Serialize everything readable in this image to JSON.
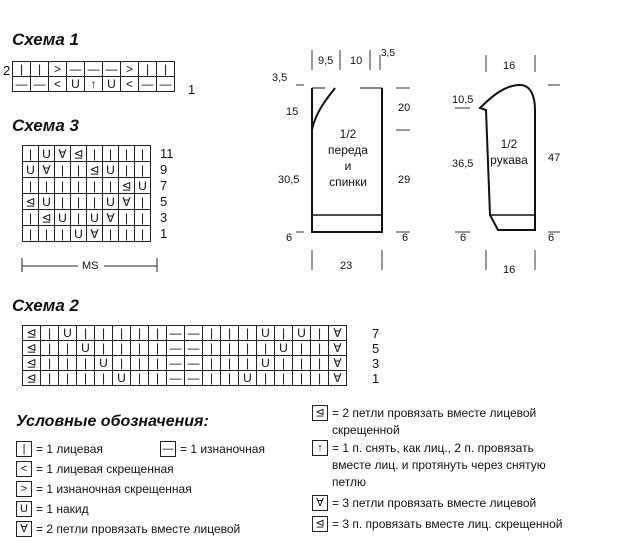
{
  "scheme1": {
    "title": "Схема 1",
    "row_left": "2",
    "row_right": "1",
    "row2": [
      "|",
      "|",
      ">",
      "—",
      "—",
      "—",
      ">",
      "|",
      "|"
    ],
    "row1": [
      "—",
      "—",
      "<",
      "U",
      "↑",
      "U",
      "<",
      "—",
      "—"
    ]
  },
  "scheme3": {
    "title": "Схема 3",
    "rows": [
      {
        "n": "11",
        "cells": [
          "|",
          "U",
          "∀",
          "⊴",
          "|",
          "|",
          "|",
          "|"
        ]
      },
      {
        "n": "9",
        "cells": [
          "U",
          "∀",
          "|",
          "|",
          "⊴",
          "U",
          "|",
          "|"
        ]
      },
      {
        "n": "7",
        "cells": [
          "|",
          "|",
          "|",
          "|",
          "|",
          "|",
          "⊴",
          "U"
        ]
      },
      {
        "n": "5",
        "cells": [
          "⊴",
          "U",
          "|",
          "|",
          "|",
          "U",
          "∀",
          "|"
        ]
      },
      {
        "n": "3",
        "cells": [
          "|",
          "⊴",
          "U",
          "|",
          "U",
          "∀",
          "|",
          "|"
        ]
      },
      {
        "n": "1",
        "cells": [
          "|",
          "|",
          "|",
          "U",
          "∀",
          "|",
          "|",
          "|"
        ]
      }
    ],
    "ms_label": "MS"
  },
  "scheme2": {
    "title": "Схема 2",
    "rows": [
      {
        "n": "7",
        "cells": [
          "⊴",
          "|",
          "U",
          "|",
          "|",
          "|",
          "|",
          "|",
          "—",
          "—",
          "|",
          "|",
          "|",
          "U",
          "|",
          "U",
          "|",
          "∀"
        ]
      },
      {
        "n": "5",
        "cells": [
          "⊴",
          "|",
          "|",
          "U",
          "|",
          "|",
          "|",
          "|",
          "—",
          "—",
          "|",
          "|",
          "|",
          "|",
          "U",
          "|",
          "|",
          "∀"
        ]
      },
      {
        "n": "3",
        "cells": [
          "⊴",
          "|",
          "|",
          "|",
          "U",
          "|",
          "|",
          "|",
          "—",
          "—",
          "|",
          "|",
          "|",
          "U",
          "|",
          "|",
          "|",
          "∀"
        ]
      },
      {
        "n": "1",
        "cells": [
          "⊴",
          "|",
          "|",
          "|",
          "|",
          "U",
          "|",
          "|",
          "—",
          "—",
          "|",
          "|",
          "U",
          "|",
          "|",
          "|",
          "|",
          "∀"
        ]
      }
    ]
  },
  "front": {
    "label_lines": [
      "1/2",
      "переда",
      "и",
      "спинки"
    ],
    "dims": {
      "top_a": "9,5",
      "top_b": "10",
      "top_c": "3,5",
      "left_35": "3,5",
      "left_15": "15",
      "left_305": "30,5",
      "left_6": "6",
      "right_20": "20",
      "right_29": "29",
      "right_6": "6",
      "bottom": "23"
    }
  },
  "sleeve": {
    "label_lines": [
      "1/2",
      "рукава"
    ],
    "dims": {
      "top": "16",
      "left_105": "10,5",
      "left_365": "36,5",
      "left_6": "6",
      "right_47": "47",
      "right_6": "6",
      "bottom": "16"
    }
  },
  "legend": {
    "title": "Условные обозначения:",
    "items_left": [
      {
        "sym": "|",
        "text": "= 1 лицевая"
      },
      {
        "sym": "<",
        "text": "= 1 лицевая скрещенная"
      },
      {
        "sym": ">",
        "text": "= 1 изнаночная скрещенная"
      },
      {
        "sym": "U",
        "text": "= 1 накид"
      },
      {
        "sym": "∀",
        "text": "= 2 петли провязать вместе лицевой"
      }
    ],
    "purl": {
      "sym": "—",
      "text": "= 1 изнаночная"
    },
    "items_right": [
      {
        "sym": "⊴",
        "lines": [
          "= 2 петли провязать вместе лицевой",
          "скрещенной"
        ]
      },
      {
        "sym": "↑",
        "lines": [
          "= 1 п. снять, как лиц., 2 п. провязать",
          "вместе лиц. и протянуть через снятую",
          "петлю"
        ]
      },
      {
        "sym": "∀",
        "lines": [
          "= 3 петли провязать вместе лицевой"
        ]
      },
      {
        "sym": "⊴",
        "lines": [
          "= 3 п. провязать вместе лиц. скрещенной"
        ]
      }
    ]
  }
}
